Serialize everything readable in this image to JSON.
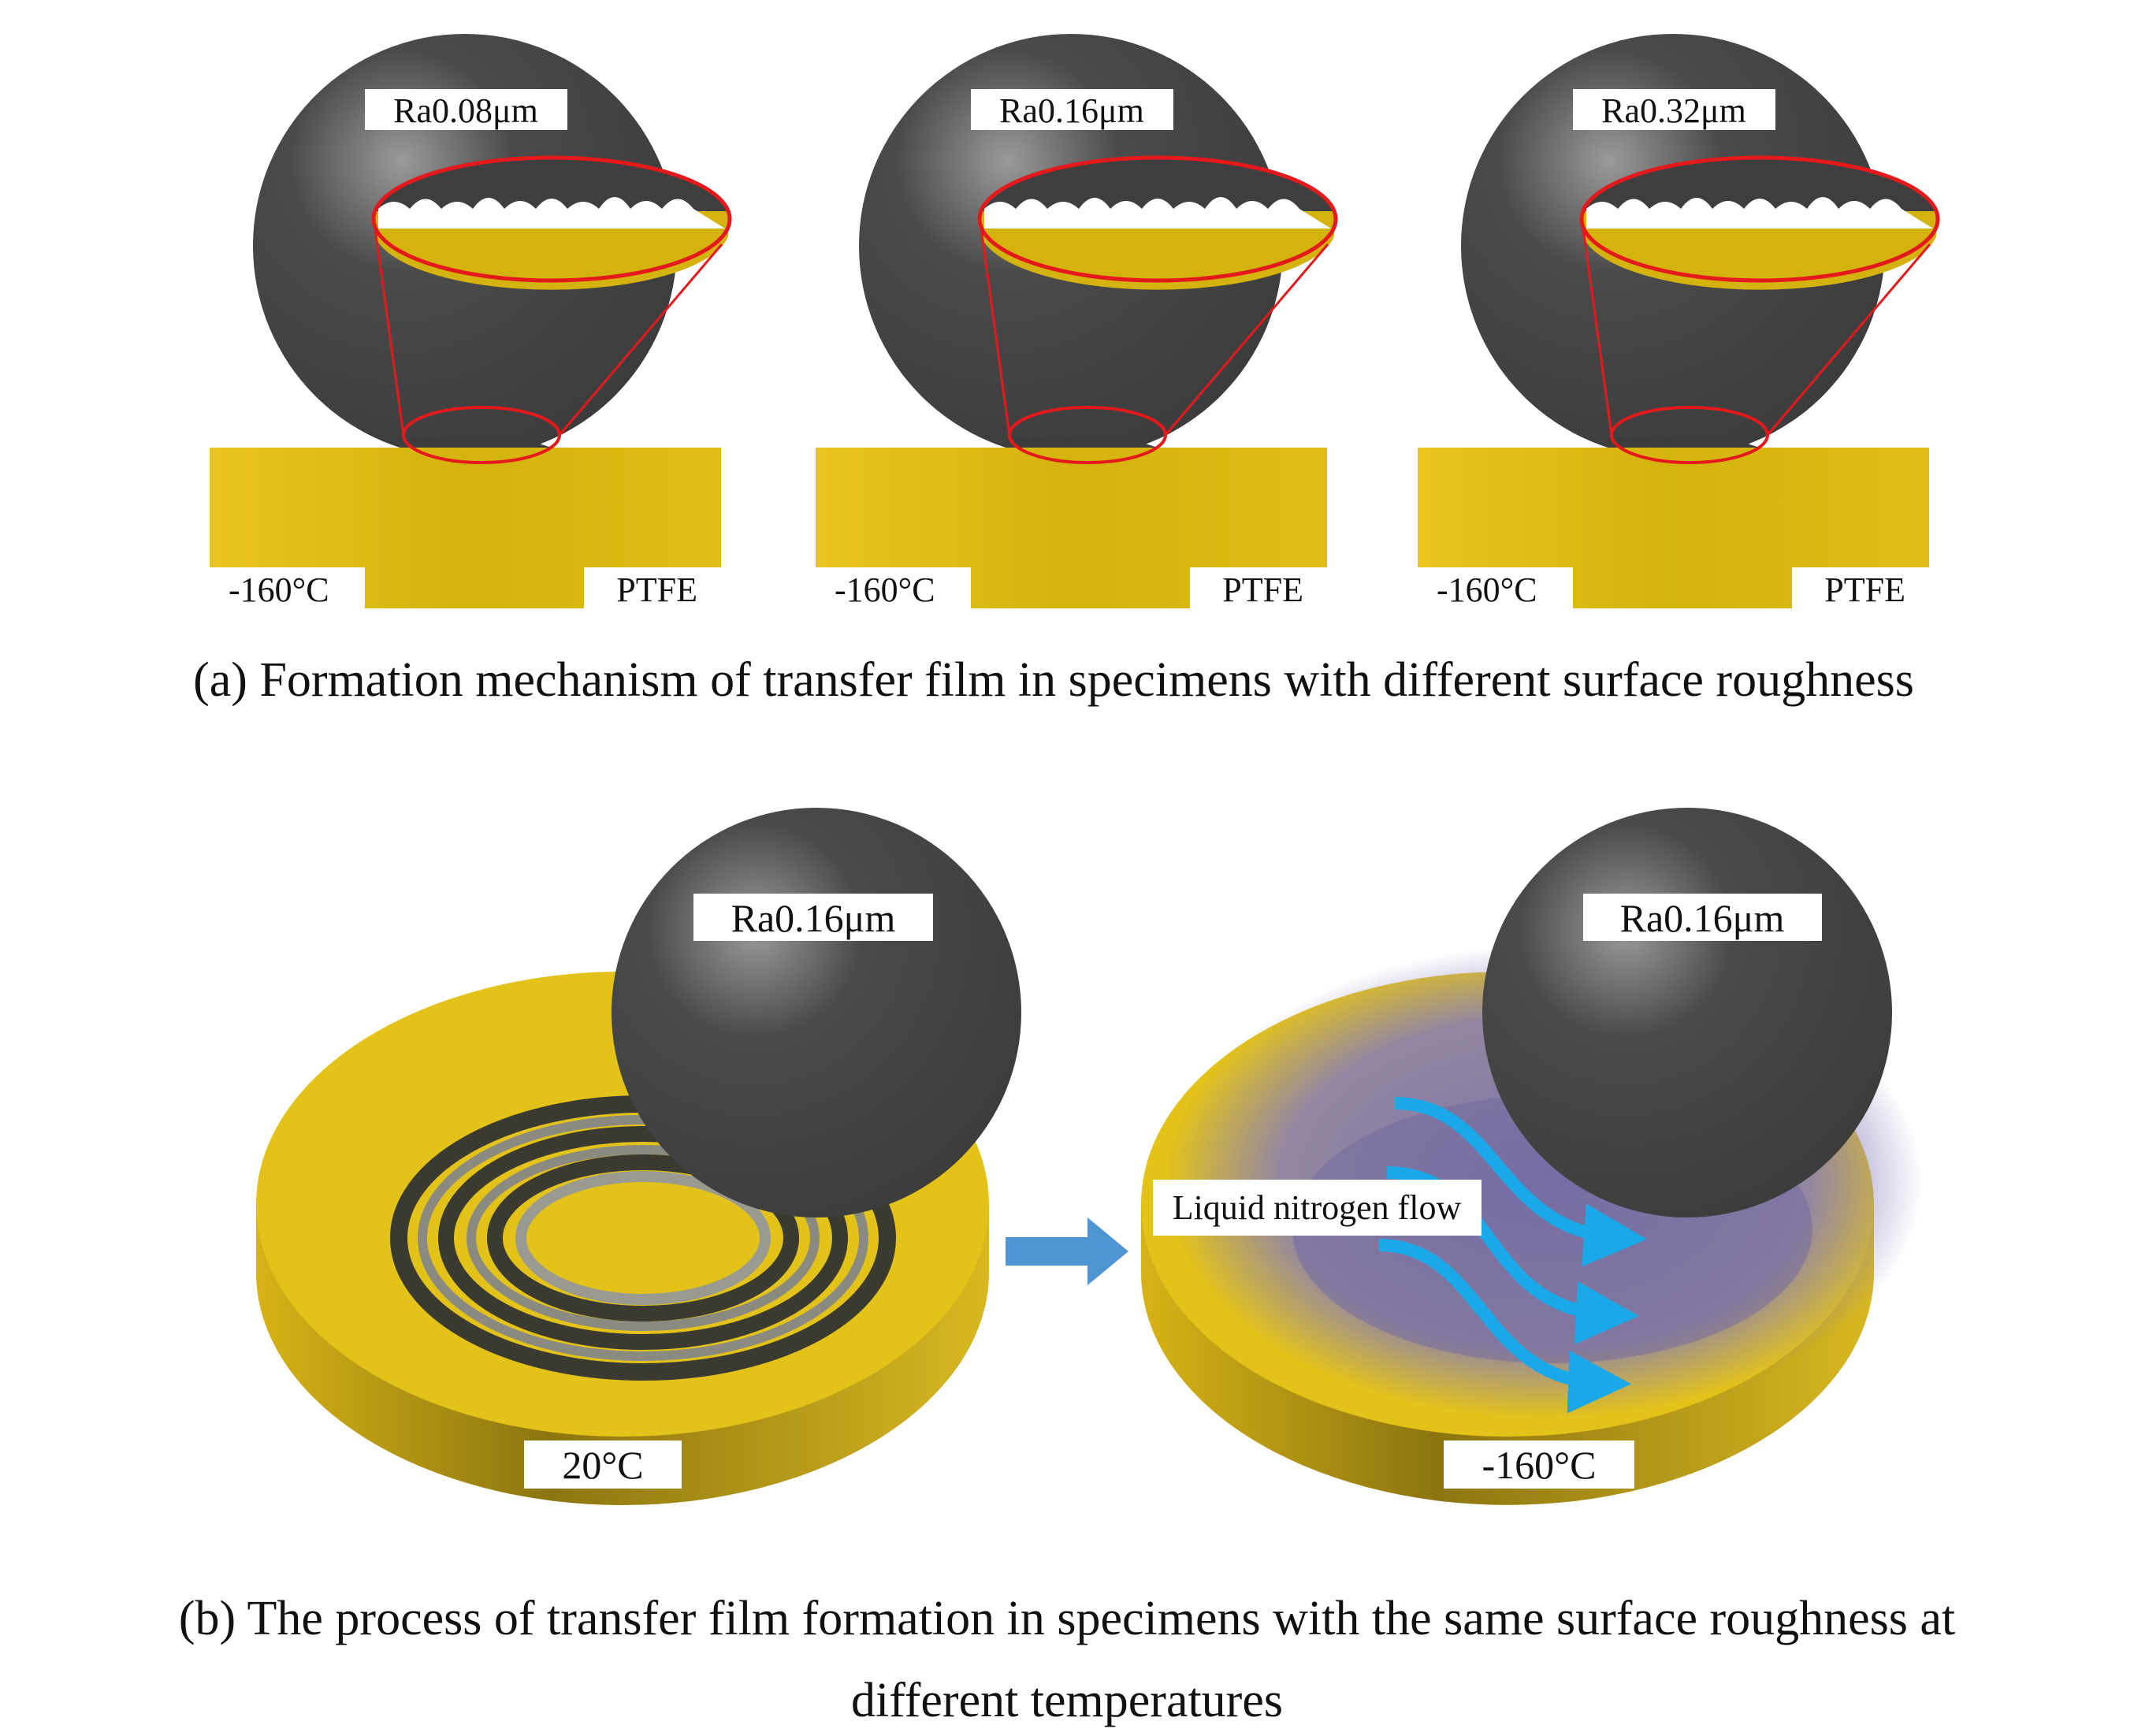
{
  "panel_a": {
    "specimens": [
      {
        "roughness": "Ra0.08μm",
        "temperature": "-160°C",
        "material": "PTFE"
      },
      {
        "roughness": "Ra0.16μm",
        "temperature": "-160°C",
        "material": "PTFE"
      },
      {
        "roughness": "Ra0.32μm",
        "temperature": "-160°C",
        "material": "PTFE"
      }
    ],
    "caption": "(a) Formation mechanism of transfer film in specimens with different surface roughness"
  },
  "panel_b": {
    "left": {
      "roughness": "Ra0.16μm",
      "temperature": "20°C"
    },
    "right": {
      "roughness": "Ra0.16μm",
      "temperature": "-160°C",
      "flow_label": "Liquid nitrogen flow"
    },
    "caption_line1": "(b) The process of transfer film formation in specimens with the same surface roughness at",
    "caption_line2": "different temperatures"
  },
  "colors": {
    "ptfe": "#d9b81a",
    "ball": "#444444",
    "highlight": "#e3191c",
    "flow": "#1aa9e8",
    "arrow": "#4f95d1"
  }
}
